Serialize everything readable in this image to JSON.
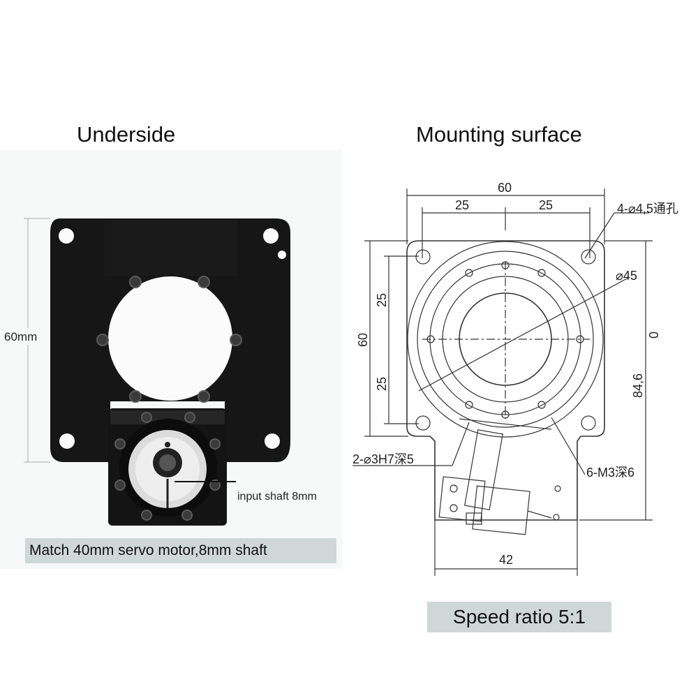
{
  "left_panel": {
    "heading": "Underside",
    "dimension_label": "60mm",
    "shaft_label": "input shaft 8mm",
    "caption": "Match 40mm servo motor,8mm shaft"
  },
  "right_panel": {
    "heading": "Mounting surface",
    "dimensions": {
      "top_overall": "60",
      "top_left_half": "25",
      "top_right_half": "25",
      "left_overall": "60",
      "left_upper": "25",
      "left_lower": "25",
      "right_zero": "0",
      "right_height": "84,6",
      "bottom_width": "42"
    },
    "callouts": {
      "through_holes": "4-⌀4,5通孔",
      "bore": "⌀45",
      "pin_holes": "2-⌀3H7深5",
      "threaded_holes": "6-M3深6"
    },
    "caption": "Speed ratio 5:1"
  }
}
